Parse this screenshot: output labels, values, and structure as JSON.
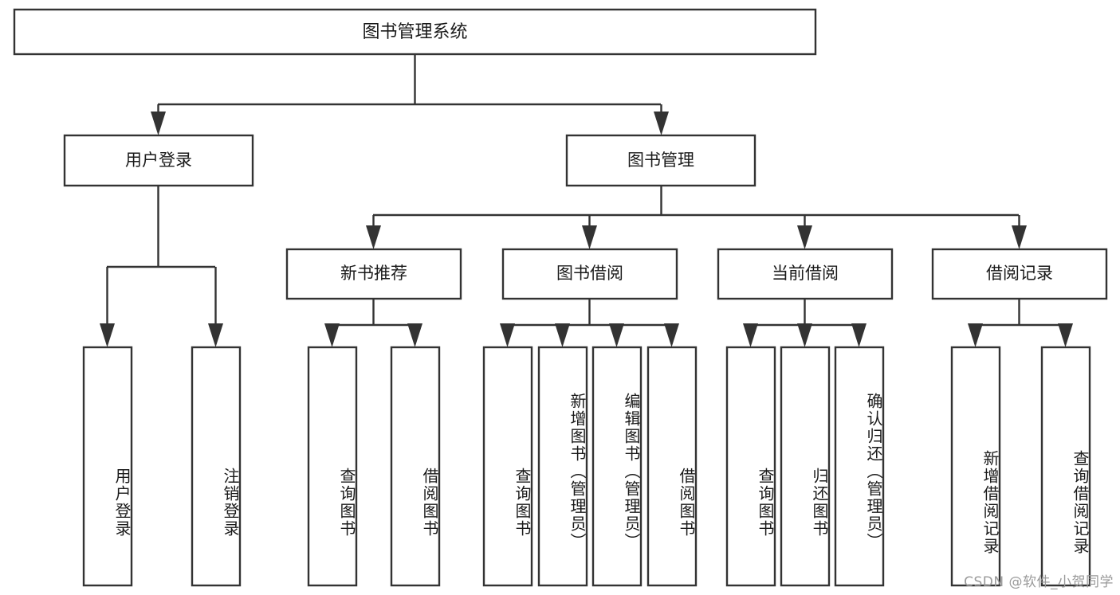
{
  "diagram": {
    "title": "图书管理系统",
    "type": "hierarchy-tree",
    "watermark": "CSDN @软件_小贺同学",
    "colors": {
      "box_stroke": "#333333",
      "box_fill": "#ffffff",
      "text": "#1a1a1a",
      "background": "#ffffff",
      "watermark_text": "#9a9a9a"
    },
    "levels": {
      "root": {
        "label": "图书管理系统"
      },
      "level2": [
        {
          "label": "用户登录"
        },
        {
          "label": "图书管理"
        }
      ],
      "level3": [
        {
          "label": "新书推荐"
        },
        {
          "label": "图书借阅"
        },
        {
          "label": "当前借阅"
        },
        {
          "label": "借阅记录"
        }
      ]
    },
    "leaves": {
      "user_login": [
        {
          "label": "用户登录"
        },
        {
          "label": "注销登录"
        }
      ],
      "new_book_recommend": [
        {
          "label": "查询图书"
        },
        {
          "label": "借阅图书"
        }
      ],
      "book_borrow": [
        {
          "label": "查询图书"
        },
        {
          "label": "新增图书（管理员）"
        },
        {
          "label": "编辑图书（管理员）"
        },
        {
          "label": "借阅图书"
        }
      ],
      "current_borrow": [
        {
          "label": "查询图书"
        },
        {
          "label": "归还图书"
        },
        {
          "label": "确认归还（管理员）"
        }
      ],
      "borrow_record": [
        {
          "label": "新增借阅记录"
        },
        {
          "label": "查询借阅记录"
        }
      ]
    }
  }
}
